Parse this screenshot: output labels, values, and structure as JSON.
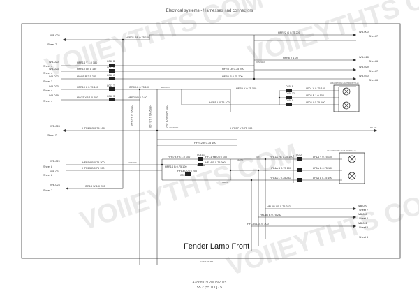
{
  "header": {
    "title": "Electrical systems - Harnesses and connectors"
  },
  "footer": {
    "code": "47868919 20/03/2015",
    "page": "55.2 [55.100] / 5"
  },
  "diagram": {
    "title": "Fender Lamp Front",
    "small_id": "GAKOHD5H8  7",
    "watermark": "VOIIEYTHTS COM"
  },
  "refs": {
    "left": [
      {
        "id": "WB-026",
        "sheet": "Sheet 7"
      },
      {
        "id": "WB-020",
        "sheet": "Sheet 4"
      },
      {
        "id": "WB-023",
        "sheet": "Sheet 4"
      },
      {
        "id": "WB-022",
        "sheet": "Sheet 3"
      },
      {
        "id": "WB-023",
        "sheet": "Sheet 4"
      },
      {
        "id": "WB-019",
        "sheet": "Sheet 4"
      },
      {
        "id": "WB-028",
        "sheet": "Sheet 7"
      },
      {
        "id": "WB-029",
        "sheet": "Sheet 8"
      },
      {
        "id": "WB-031",
        "sheet": "Sheet 8"
      },
      {
        "id": "WB-024",
        "sheet": "Sheet 7"
      }
    ],
    "right": [
      {
        "id": "WB-000",
        "sheet": "Sheet 7"
      },
      {
        "id": "WB-018",
        "sheet": "Sheet 6"
      },
      {
        "id": "WB-029",
        "sheet": "Sheet 7"
      },
      {
        "id": "WB-030",
        "sheet": "Sheet 6"
      },
      {
        "id": "WB-020",
        "sheet": "Sheet 7"
      },
      {
        "id": "WB-000",
        "sheet": "Sheet 6"
      },
      {
        "id": "WB-001",
        "sheet": "Sheet 6"
      },
      {
        "id": "",
        "sheet": "Sheet 6"
      }
    ]
  },
  "wires": {
    "left_in": [
      "HFR14 Y 1.0 180",
      "HFR10 LB 1 180",
      "HW03 R 2.5 285",
      "HFR10 L 0.75 100",
      "HW23 YB 1 0.200"
    ],
    "top": [
      "HFR21 BR 0.75 100",
      "HFR22 G 0.75 200",
      "HFR6 Y 1 00",
      "HFR8 LB 0.75 200",
      "HFR0 R 0.75 200"
    ],
    "middle": [
      "HFR0A L 0.75 100",
      "HFR2 YB 1.0 80",
      "HFR9 Y 0.75 100",
      "HFR5 L 0.75 100",
      "HFR23 G 0.75 100",
      "HFR37 Y 0.75 100",
      "HFR12 B 0.75 100"
    ],
    "lamp_top": [
      "LF01 Y 0.75 100",
      "LF02 B 1.0 100",
      "LF03 L 0.75 100"
    ],
    "lower_left": [
      "HFR1A B 0.75 200",
      "HFR13 B 0.75 100",
      "HFR18 W 1.0 200",
      "HFR14 B 0.75 100"
    ],
    "lower_mid": [
      "HFR7B YB 1.0 100",
      "HFL1 YB 0.75 100",
      "HFL4 B 0.75 200",
      "HFL3 L 0.75 200"
    ],
    "lower_right": [
      "HFL1A YB 0.75 100",
      "HFL4A B 0.75 100",
      "HFL3A L 0.75 232"
    ],
    "lamp_bottom": [
      "LF1A Y 0.75 100",
      "LF2A B 0.75 100",
      "LF3A L 0.75 100"
    ],
    "bottom_runs": [
      "HFL1B YB 0.75 282",
      "HFL6B B 0.75 232",
      "HFL3B L 0.75 200"
    ],
    "vertical": [
      "HFR21 G 1.0 120",
      "HFR2 YB 1 1.5 100",
      "HFR 12 B 0.75 100"
    ]
  },
  "connectors": [
    "C012 B",
    "C012 S",
    "C012 G",
    "C012 T",
    "C012 S",
    "C020 B",
    "C020 12",
    "C020 S",
    "C031 1",
    "C031 A",
    "C031 3",
    "C032"
  ],
  "labels": {
    "splices": [
      "JOINEW16",
      "JEWDW16",
      "JOINEWTK",
      "JOINEWT",
      "JEWFL",
      "JEWFL",
      "SWFL"
    ],
    "lamp_top": "HAZARDTURN LIGHT FRONT (LH)",
    "lamp_bottom": "HAZARDTURN LIGHT FRONT (LH)",
    "misc": [
      "MD-020"
    ]
  }
}
